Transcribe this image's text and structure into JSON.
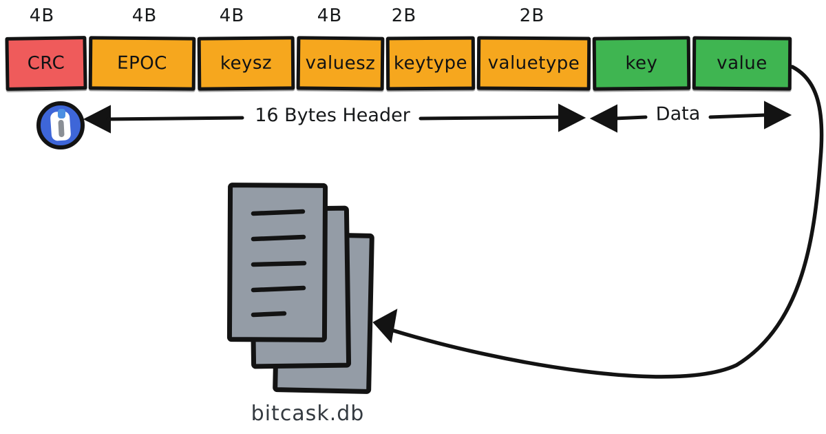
{
  "diagram": {
    "record": {
      "fields": [
        {
          "label": "CRC",
          "size": "4B",
          "color": "#EF5B5B",
          "section": "header"
        },
        {
          "label": "EPOC",
          "size": "4B",
          "color": "#F6A71E",
          "section": "header"
        },
        {
          "label": "keysz",
          "size": "4B",
          "color": "#F6A71E",
          "section": "header"
        },
        {
          "label": "valuesz",
          "size": "4B",
          "color": "#F6A71E",
          "section": "header"
        },
        {
          "label": "keytype",
          "size": "2B",
          "color": "#F6A71E",
          "section": "header"
        },
        {
          "label": "valuetype",
          "size": "2B",
          "color": "#F6A71E",
          "section": "header"
        },
        {
          "label": "key",
          "size": "",
          "color": "#3FB551",
          "section": "data"
        },
        {
          "label": "value",
          "size": "",
          "color": "#3FB551",
          "section": "data"
        }
      ]
    },
    "annotations": {
      "header_span_label": "16 Bytes Header",
      "data_span_label": "Data",
      "file_label": "bitcask.db"
    },
    "icons": {
      "badge": "lock-icon",
      "file_stack": "document-stack-icon"
    },
    "colors": {
      "crc_red": "#EF5B5B",
      "header_orange": "#F6A71E",
      "data_green": "#3FB551",
      "page_gray": "#949CA6",
      "badge_blue": "#3E66D8",
      "keyhole_gray": "#8A8F96",
      "ink_black": "#131313"
    }
  }
}
